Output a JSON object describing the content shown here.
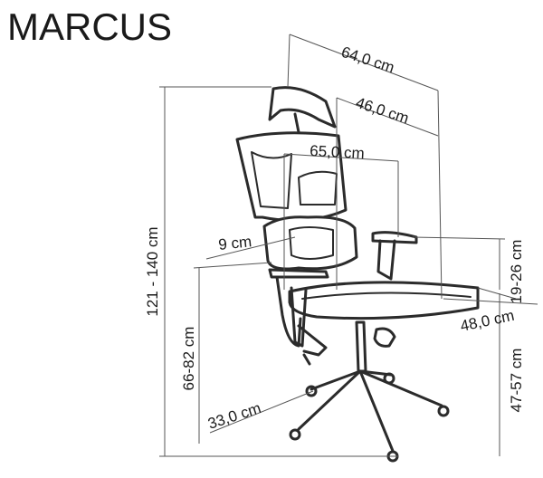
{
  "product": {
    "name": "MARCUS"
  },
  "dimensions": {
    "depth_total": "64,0 cm",
    "seat_depth": "46,0 cm",
    "width": "65,0 cm",
    "lumbar_gap": "9 cm",
    "armrest_adjust": "19-26 cm",
    "height_total": "121 - 140 cm",
    "arm_height": "66-82 cm",
    "seat_width": "48,0 cm",
    "seat_height": "47-57 cm",
    "base_radius": "33,0 cm"
  },
  "colors": {
    "line": "#1a1a1a",
    "chair": "#2b2b2b",
    "dim_line": "#555555"
  }
}
